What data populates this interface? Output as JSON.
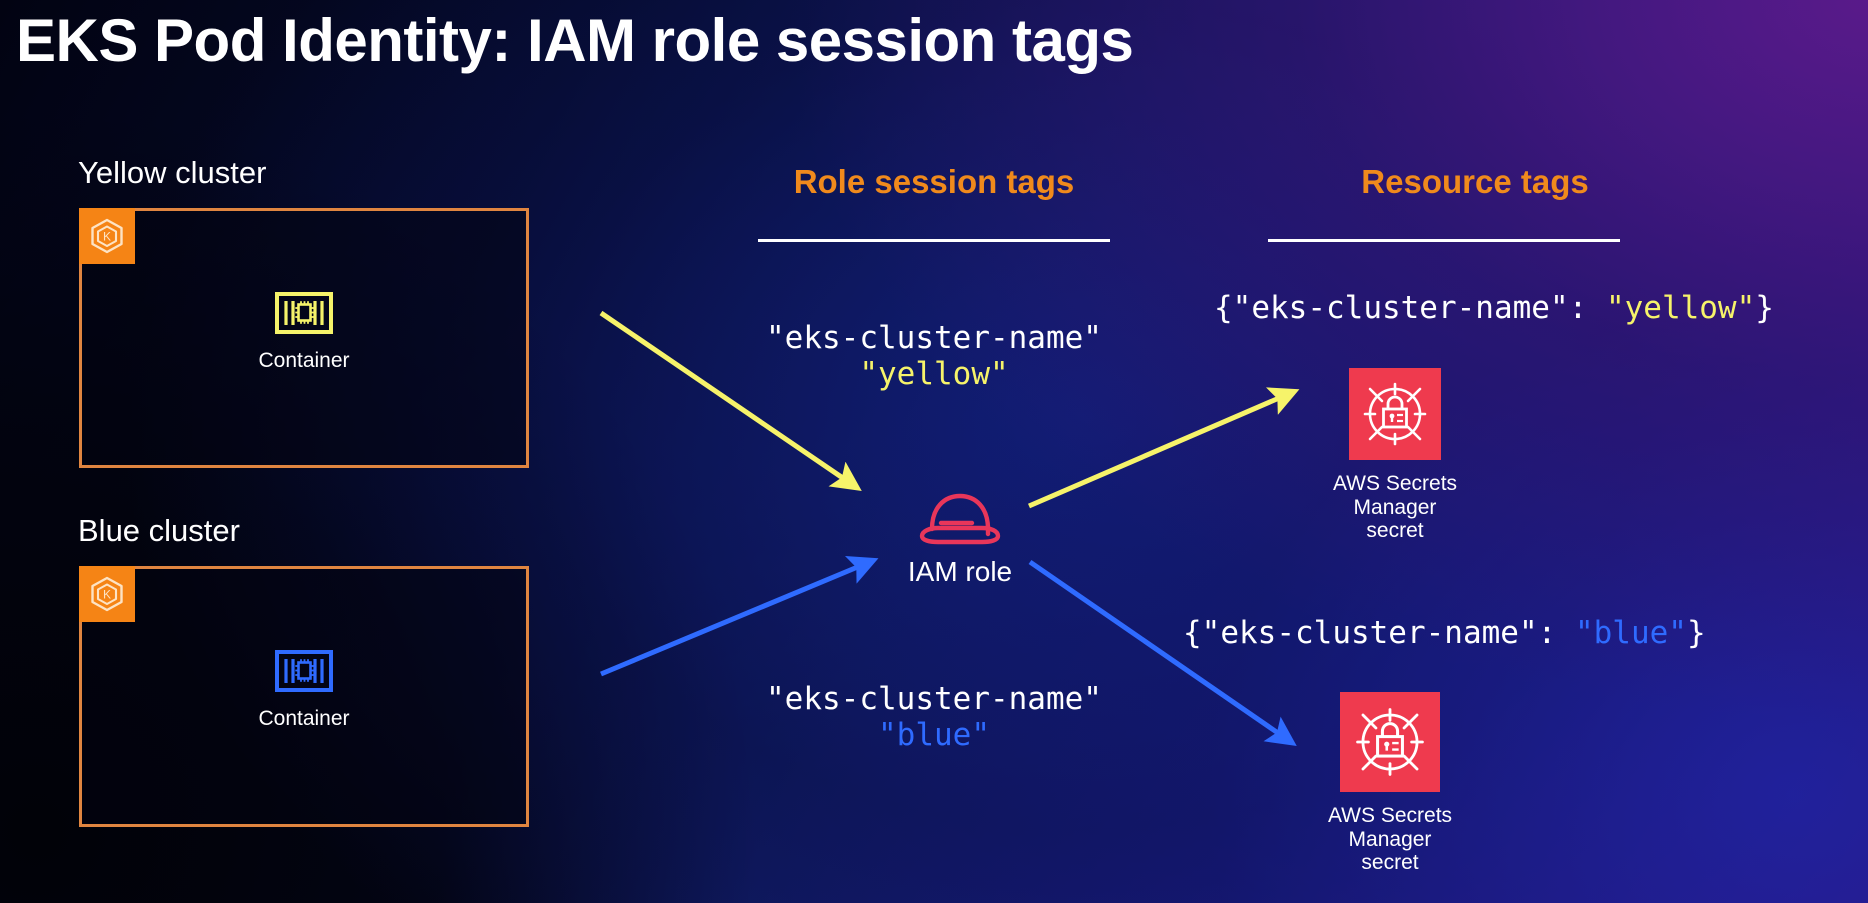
{
  "title": "EKS Pod Identity: IAM role session tags",
  "colors": {
    "accent_orange": "#f08a1c",
    "cluster_border": "#e08540",
    "eks_badge": "#f58415",
    "yellow": "#f6f36a",
    "blue": "#2f6bff",
    "iam_pink": "#e8365a",
    "secrets_red": "#ef3a4e",
    "white": "#ffffff"
  },
  "clusters": [
    {
      "label": "Yellow cluster",
      "badge_icon": "eks-kubernetes-icon",
      "container_icon": "container-icon",
      "container_label": "Container",
      "accent": "#f6f36a"
    },
    {
      "label": "Blue cluster",
      "badge_icon": "eks-kubernetes-icon",
      "container_icon": "container-icon",
      "container_label": "Container",
      "accent": "#2f6bff"
    }
  ],
  "columns": {
    "session_tags": {
      "heading": "Role session tags"
    },
    "resource_tags": {
      "heading": "Resource tags"
    }
  },
  "session_tags": [
    {
      "key": "\"eks-cluster-name\"",
      "value": "\"yellow\"",
      "value_color": "yellow"
    },
    {
      "key": "\"eks-cluster-name\"",
      "value": "\"blue\"",
      "value_color": "blue"
    }
  ],
  "resource_tags": [
    {
      "open": "{",
      "key": "\"eks-cluster-name\"",
      "colon": ": ",
      "value": "\"yellow\"",
      "close": "}",
      "value_color": "yellow"
    },
    {
      "open": "{",
      "key": "\"eks-cluster-name\"",
      "colon": ": ",
      "value": "\"blue\"",
      "close": "}",
      "value_color": "blue"
    }
  ],
  "iam_role": {
    "label": "IAM role",
    "icon": "iam-hard-hat-icon"
  },
  "secrets": [
    {
      "label": "AWS Secrets Manager\nsecret",
      "icon": "aws-secrets-manager-icon"
    },
    {
      "label": "AWS Secrets Manager\nsecret",
      "icon": "aws-secrets-manager-icon"
    }
  ],
  "arrows": [
    {
      "name": "yellow-cluster-to-iam-role",
      "color": "#f6f36a"
    },
    {
      "name": "blue-cluster-to-iam-role",
      "color": "#2f6bff"
    },
    {
      "name": "iam-role-to-yellow-secret",
      "color": "#f6f36a"
    },
    {
      "name": "iam-role-to-blue-secret",
      "color": "#2f6bff"
    }
  ]
}
